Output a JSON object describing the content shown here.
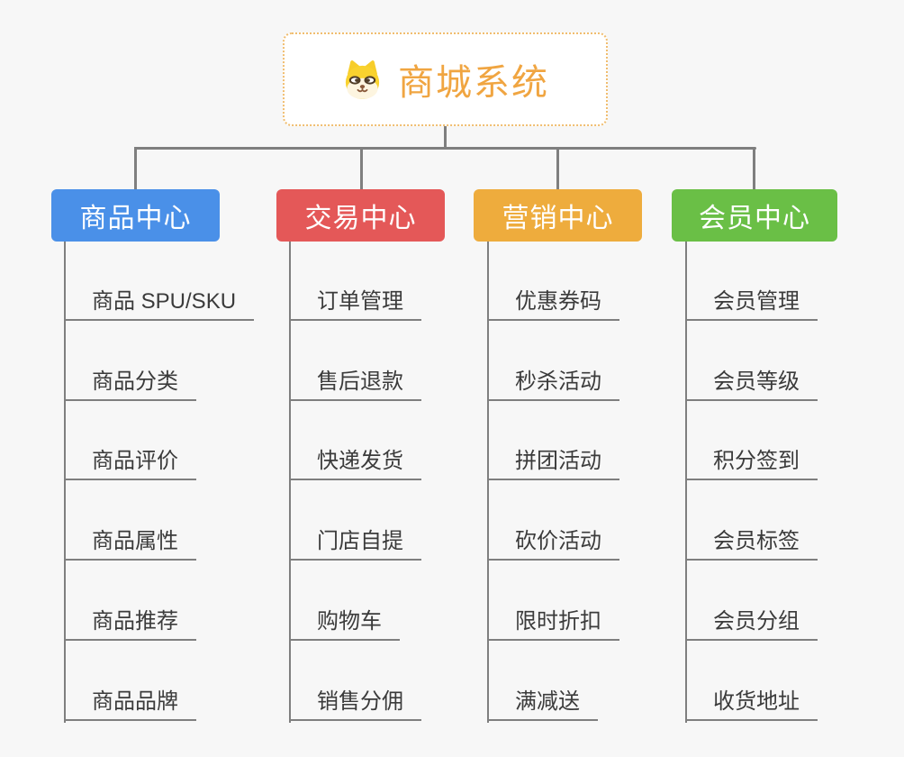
{
  "canvas": {
    "background": "#f7f7f7",
    "connector_color": "#7f7f7f"
  },
  "root": {
    "label": "商城系统",
    "icon": "dog-face-icon",
    "text_color": "#f0a541",
    "border_color": "#f0bd6f",
    "background": "#ffffff"
  },
  "branches": [
    {
      "label": "商品中心",
      "color": "#4a90e8",
      "items": [
        "商品 SPU/SKU",
        "商品分类",
        "商品评价",
        "商品属性",
        "商品推荐",
        "商品品牌"
      ]
    },
    {
      "label": "交易中心",
      "color": "#e45858",
      "items": [
        "订单管理",
        "售后退款",
        "快递发货",
        "门店自提",
        "购物车",
        "销售分佣"
      ]
    },
    {
      "label": "营销中心",
      "color": "#eeac3d",
      "items": [
        "优惠券码",
        "秒杀活动",
        "拼团活动",
        "砍价活动",
        "限时折扣",
        "满减送"
      ]
    },
    {
      "label": "会员中心",
      "color": "#6abf46",
      "items": [
        "会员管理",
        "会员等级",
        "积分签到",
        "会员标签",
        "会员分组",
        "收货地址"
      ]
    }
  ]
}
